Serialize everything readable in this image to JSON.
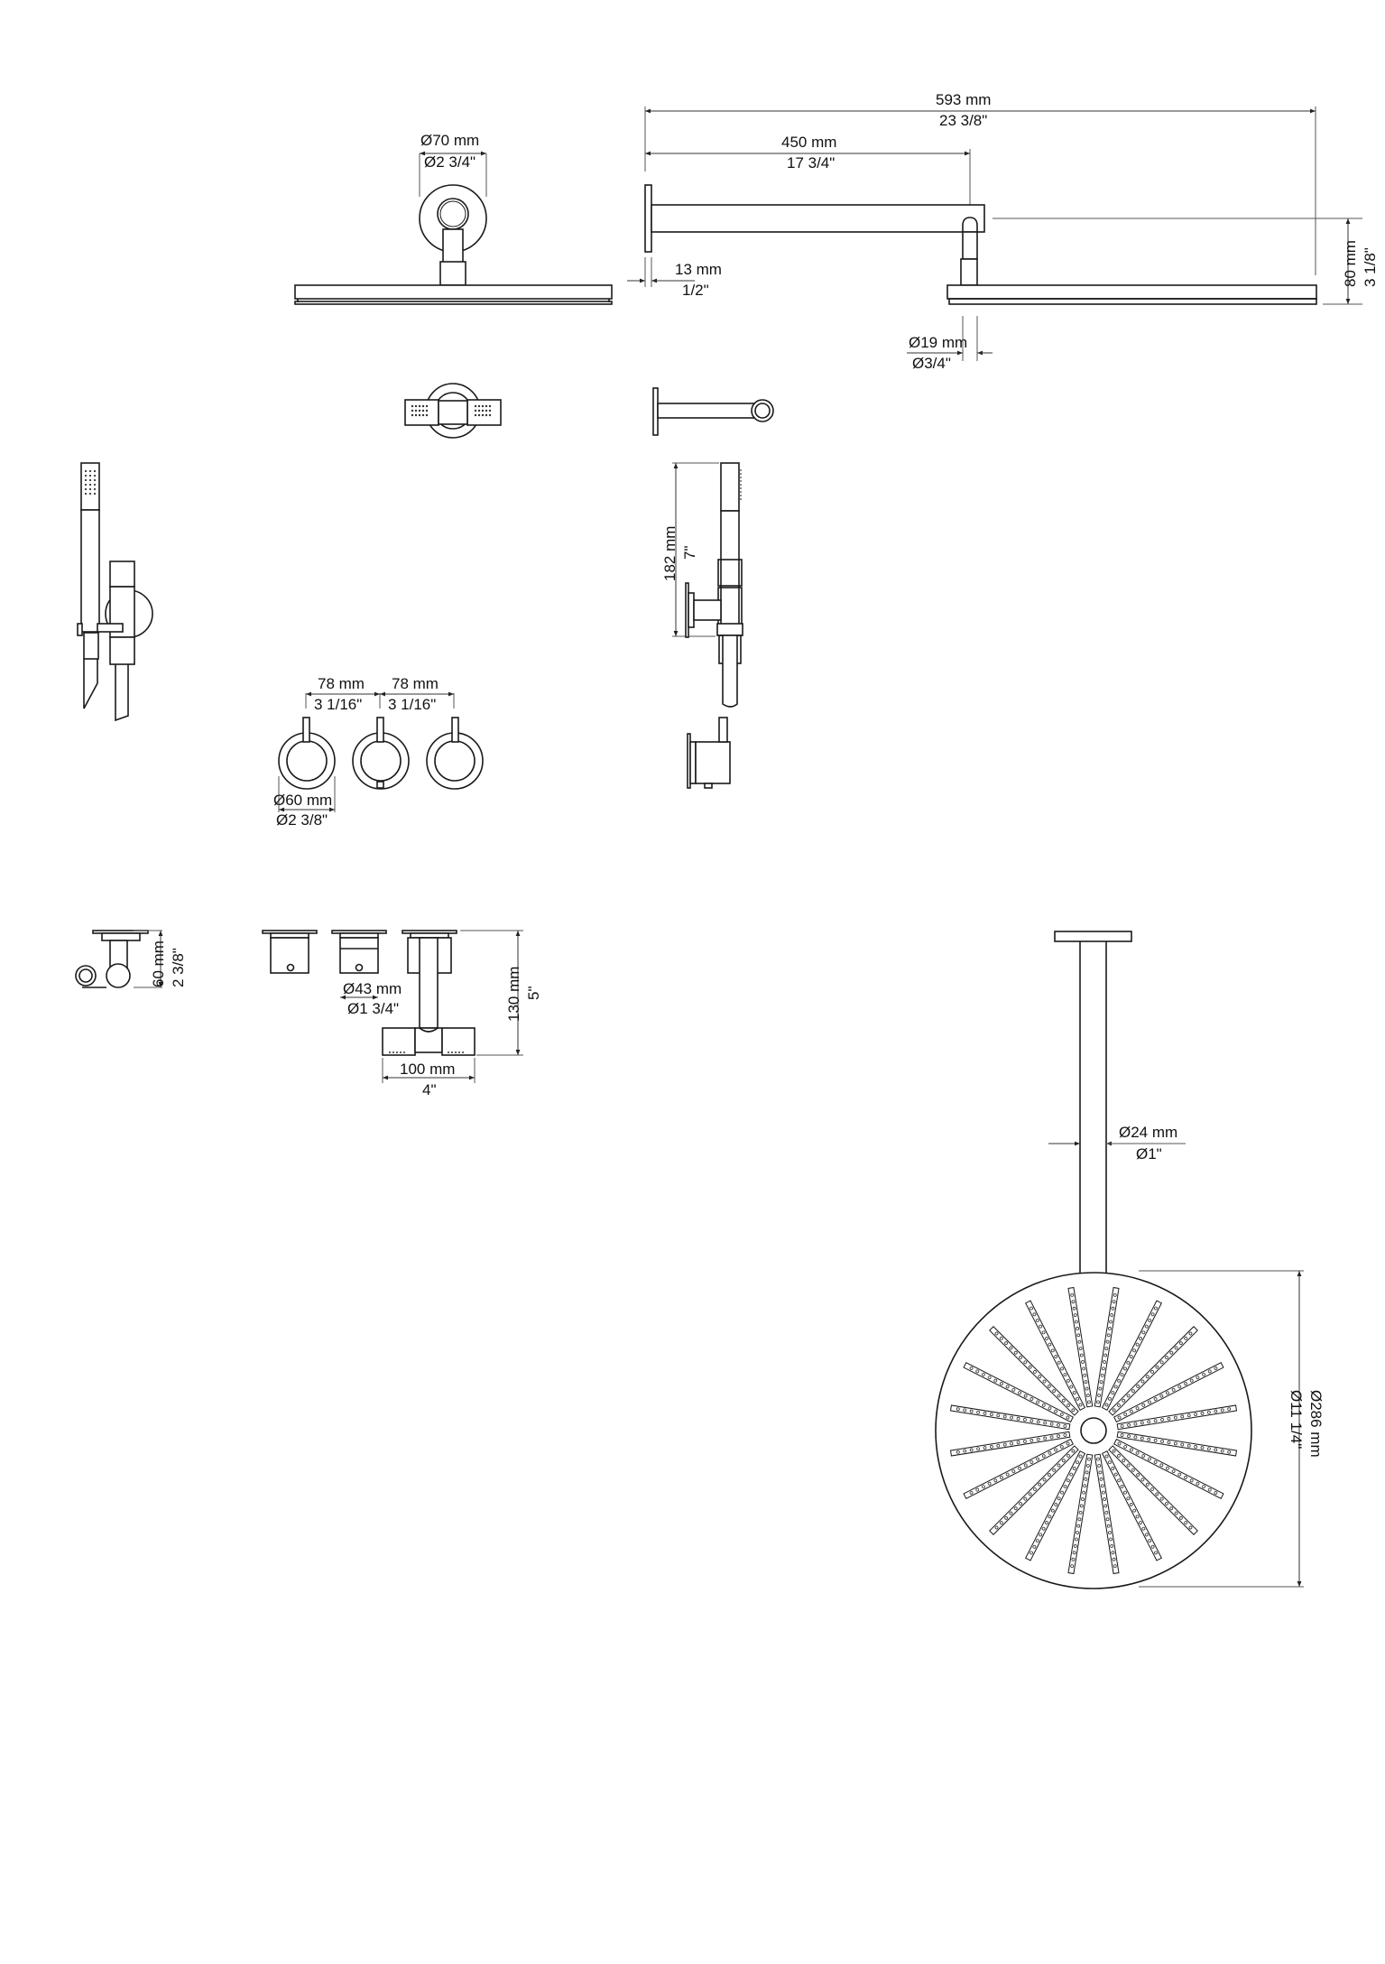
{
  "colors": {
    "line": "#1a1a1a",
    "background": "#ffffff"
  },
  "views": {
    "shower_arm_front": {
      "flange_diameter_mm": "Ø70 mm",
      "flange_diameter_in": "Ø2 3/4\""
    },
    "shower_arm_side": {
      "overall_length_mm": "593 mm",
      "overall_length_in": "23 3/8\"",
      "arm_length_mm": "450 mm",
      "arm_length_in": "17 3/4\"",
      "flange_thickness_mm": "13 mm",
      "flange_thickness_in": "1/2\"",
      "height_mm": "80 mm",
      "height_in": "3 1/8\"",
      "stem_diameter_mm": "Ø19 mm",
      "stem_diameter_in": "Ø3/4\""
    },
    "hand_shower_side": {
      "height_mm": "182 mm",
      "height_in": "7\""
    },
    "valves_front": {
      "spacing_1_mm": "78 mm",
      "spacing_1_in": "3 1/16\"",
      "spacing_2_mm": "78 mm",
      "spacing_2_in": "3 1/16\"",
      "trim_diameter_mm": "Ø60 mm",
      "trim_diameter_in": "Ø2 3/8\""
    },
    "holder_top": {
      "depth_mm": "60 mm",
      "depth_in": "2 3/8\""
    },
    "valves_top": {
      "handle_diameter_mm": "Ø43 mm",
      "handle_diameter_in": "Ø1 3/4\"",
      "spout_depth_mm": "130 mm",
      "spout_depth_in": "5\"",
      "spout_width_mm": "100 mm",
      "spout_width_in": "4\""
    },
    "ceiling_arm": {
      "pipe_diameter_mm": "Ø24 mm",
      "pipe_diameter_in": "Ø1\""
    },
    "round_head_bottom": {
      "head_diameter_mm": "Ø286 mm",
      "head_diameter_in": "Ø11 1/4\"",
      "nozzle_rows": 20
    }
  }
}
